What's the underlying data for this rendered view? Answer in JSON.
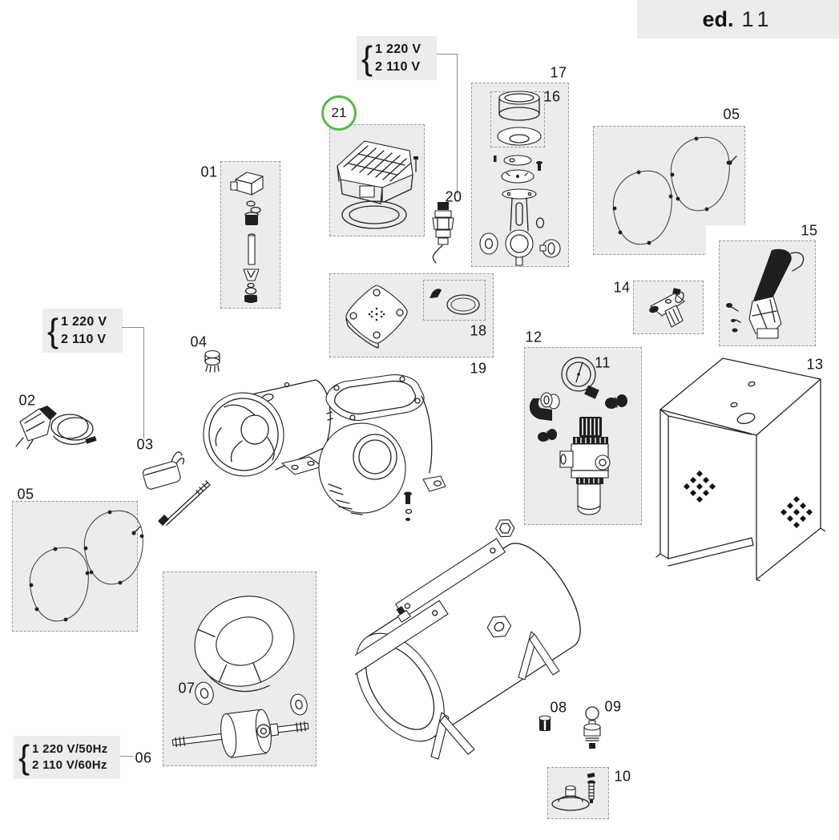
{
  "header": {
    "edition_label": "ed.",
    "edition_number": "11"
  },
  "callouts": {
    "p01": "01",
    "p02": "02",
    "p03": "03",
    "p04": "04",
    "p05": "05",
    "p06": "06",
    "p07": "07",
    "p08": "08",
    "p09": "09",
    "p10": "10",
    "p11": "11",
    "p12": "12",
    "p13": "13",
    "p14": "14",
    "p15": "15",
    "p16": "16",
    "p17": "17",
    "p18": "18",
    "p19": "19",
    "p20": "20",
    "p21": "21"
  },
  "voltage_labels": {
    "top": {
      "brace": "{",
      "line1": "1 220 V",
      "line2": "2 110 V"
    },
    "left": {
      "brace": "{",
      "line1": "1 220 V",
      "line2": "2 110 V"
    },
    "bottom": {
      "brace": "{",
      "line1": "1 220 V/50Hz",
      "line2": "2 110 V/60Hz"
    }
  },
  "highlighted_part": "21",
  "colors": {
    "box_background": "#ececec",
    "box_border": "#999999",
    "highlight_green": "#56b94a",
    "ink": "#1f1f1f",
    "connector": "#8a8a8a"
  }
}
